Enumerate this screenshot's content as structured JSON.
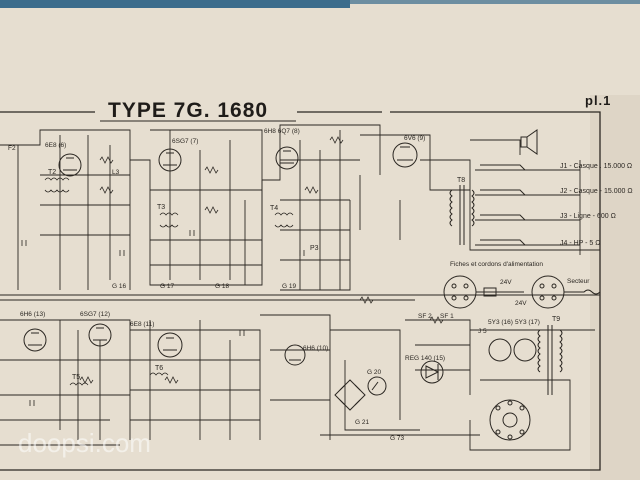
{
  "header": {
    "title": "TYPE 7G. 1680",
    "plate": "pl.1"
  },
  "watermark": "doopsi.com",
  "colors": {
    "paper": "#e6ded0",
    "ink": "#2b2722",
    "tape": "#3b6c8c",
    "background": "#2f4a5a"
  },
  "tubes": {
    "t1": "6E8 (6)",
    "t2": "6SG7 (7)",
    "t3": "6H8 6Q7 (8)",
    "t4": "6V6 (9)",
    "t5": "6H6 (13)",
    "t6": "6SG7 (12)",
    "t7": "6E8 (11)",
    "t8": "6H6 (10)",
    "t9": "5Y3 (16)",
    "t10": "5Y3 (17)",
    "t11": "REG 140 (15)"
  },
  "outputs": {
    "j1": "J1 - Casque . 15.000 Ω",
    "j2": "J2 - Casque - 15.000 Ω",
    "j3": "J3 - Ligne - 600 Ω",
    "j4": "J4 - HP - 5 Ω"
  },
  "power": {
    "caption": "Fiches et cordons d'alimentation",
    "secteur": "Secteur",
    "v1": "24V",
    "v2": "24V"
  },
  "transformers": {
    "t2": "T2",
    "t3": "T3",
    "t4": "T4",
    "t5": "T5",
    "t6": "T6",
    "t8": "T8",
    "t9": "T9",
    "p3": "P3"
  },
  "refs": {
    "g16": "G 16",
    "g17": "G 17",
    "g18": "G 18",
    "g19": "G 19",
    "g20": "G 20",
    "g21": "G 21",
    "g73": "G 73",
    "f2": "F2",
    "l3": "L3",
    "sf2": "SF 2",
    "sf1": "SF 1",
    "j5": "J 5"
  }
}
